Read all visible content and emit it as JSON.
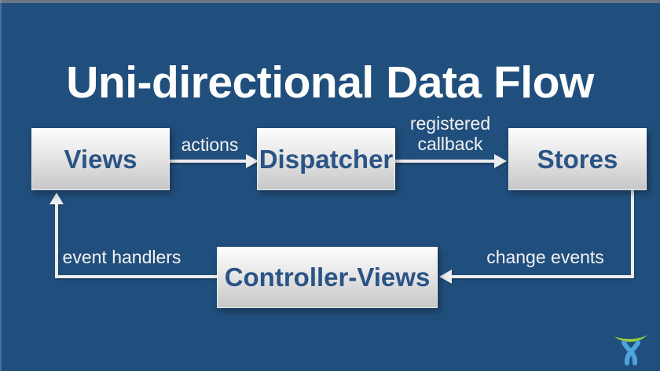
{
  "slide": {
    "title": "Uni-directional Data Flow"
  },
  "diagram": {
    "nodes": [
      {
        "id": "views",
        "label": "Views"
      },
      {
        "id": "dispatcher",
        "label": "Dispatcher"
      },
      {
        "id": "stores",
        "label": "Stores"
      },
      {
        "id": "controller_views",
        "label": "Controller-Views"
      }
    ],
    "edges": [
      {
        "from": "views",
        "to": "dispatcher",
        "label": "actions"
      },
      {
        "from": "dispatcher",
        "to": "stores",
        "label": "registered callback"
      },
      {
        "from": "stores",
        "to": "controller_views",
        "label": "change events"
      },
      {
        "from": "controller_views",
        "to": "views",
        "label": "event handlers"
      }
    ]
  },
  "colors": {
    "background": "#214F7D",
    "node_text": "#2B5486",
    "arrow": "#ECECEC",
    "logo_blue": "#4FA3DC",
    "logo_green": "#9BCB3B"
  },
  "logo": {
    "name": "atlassian-logo"
  }
}
